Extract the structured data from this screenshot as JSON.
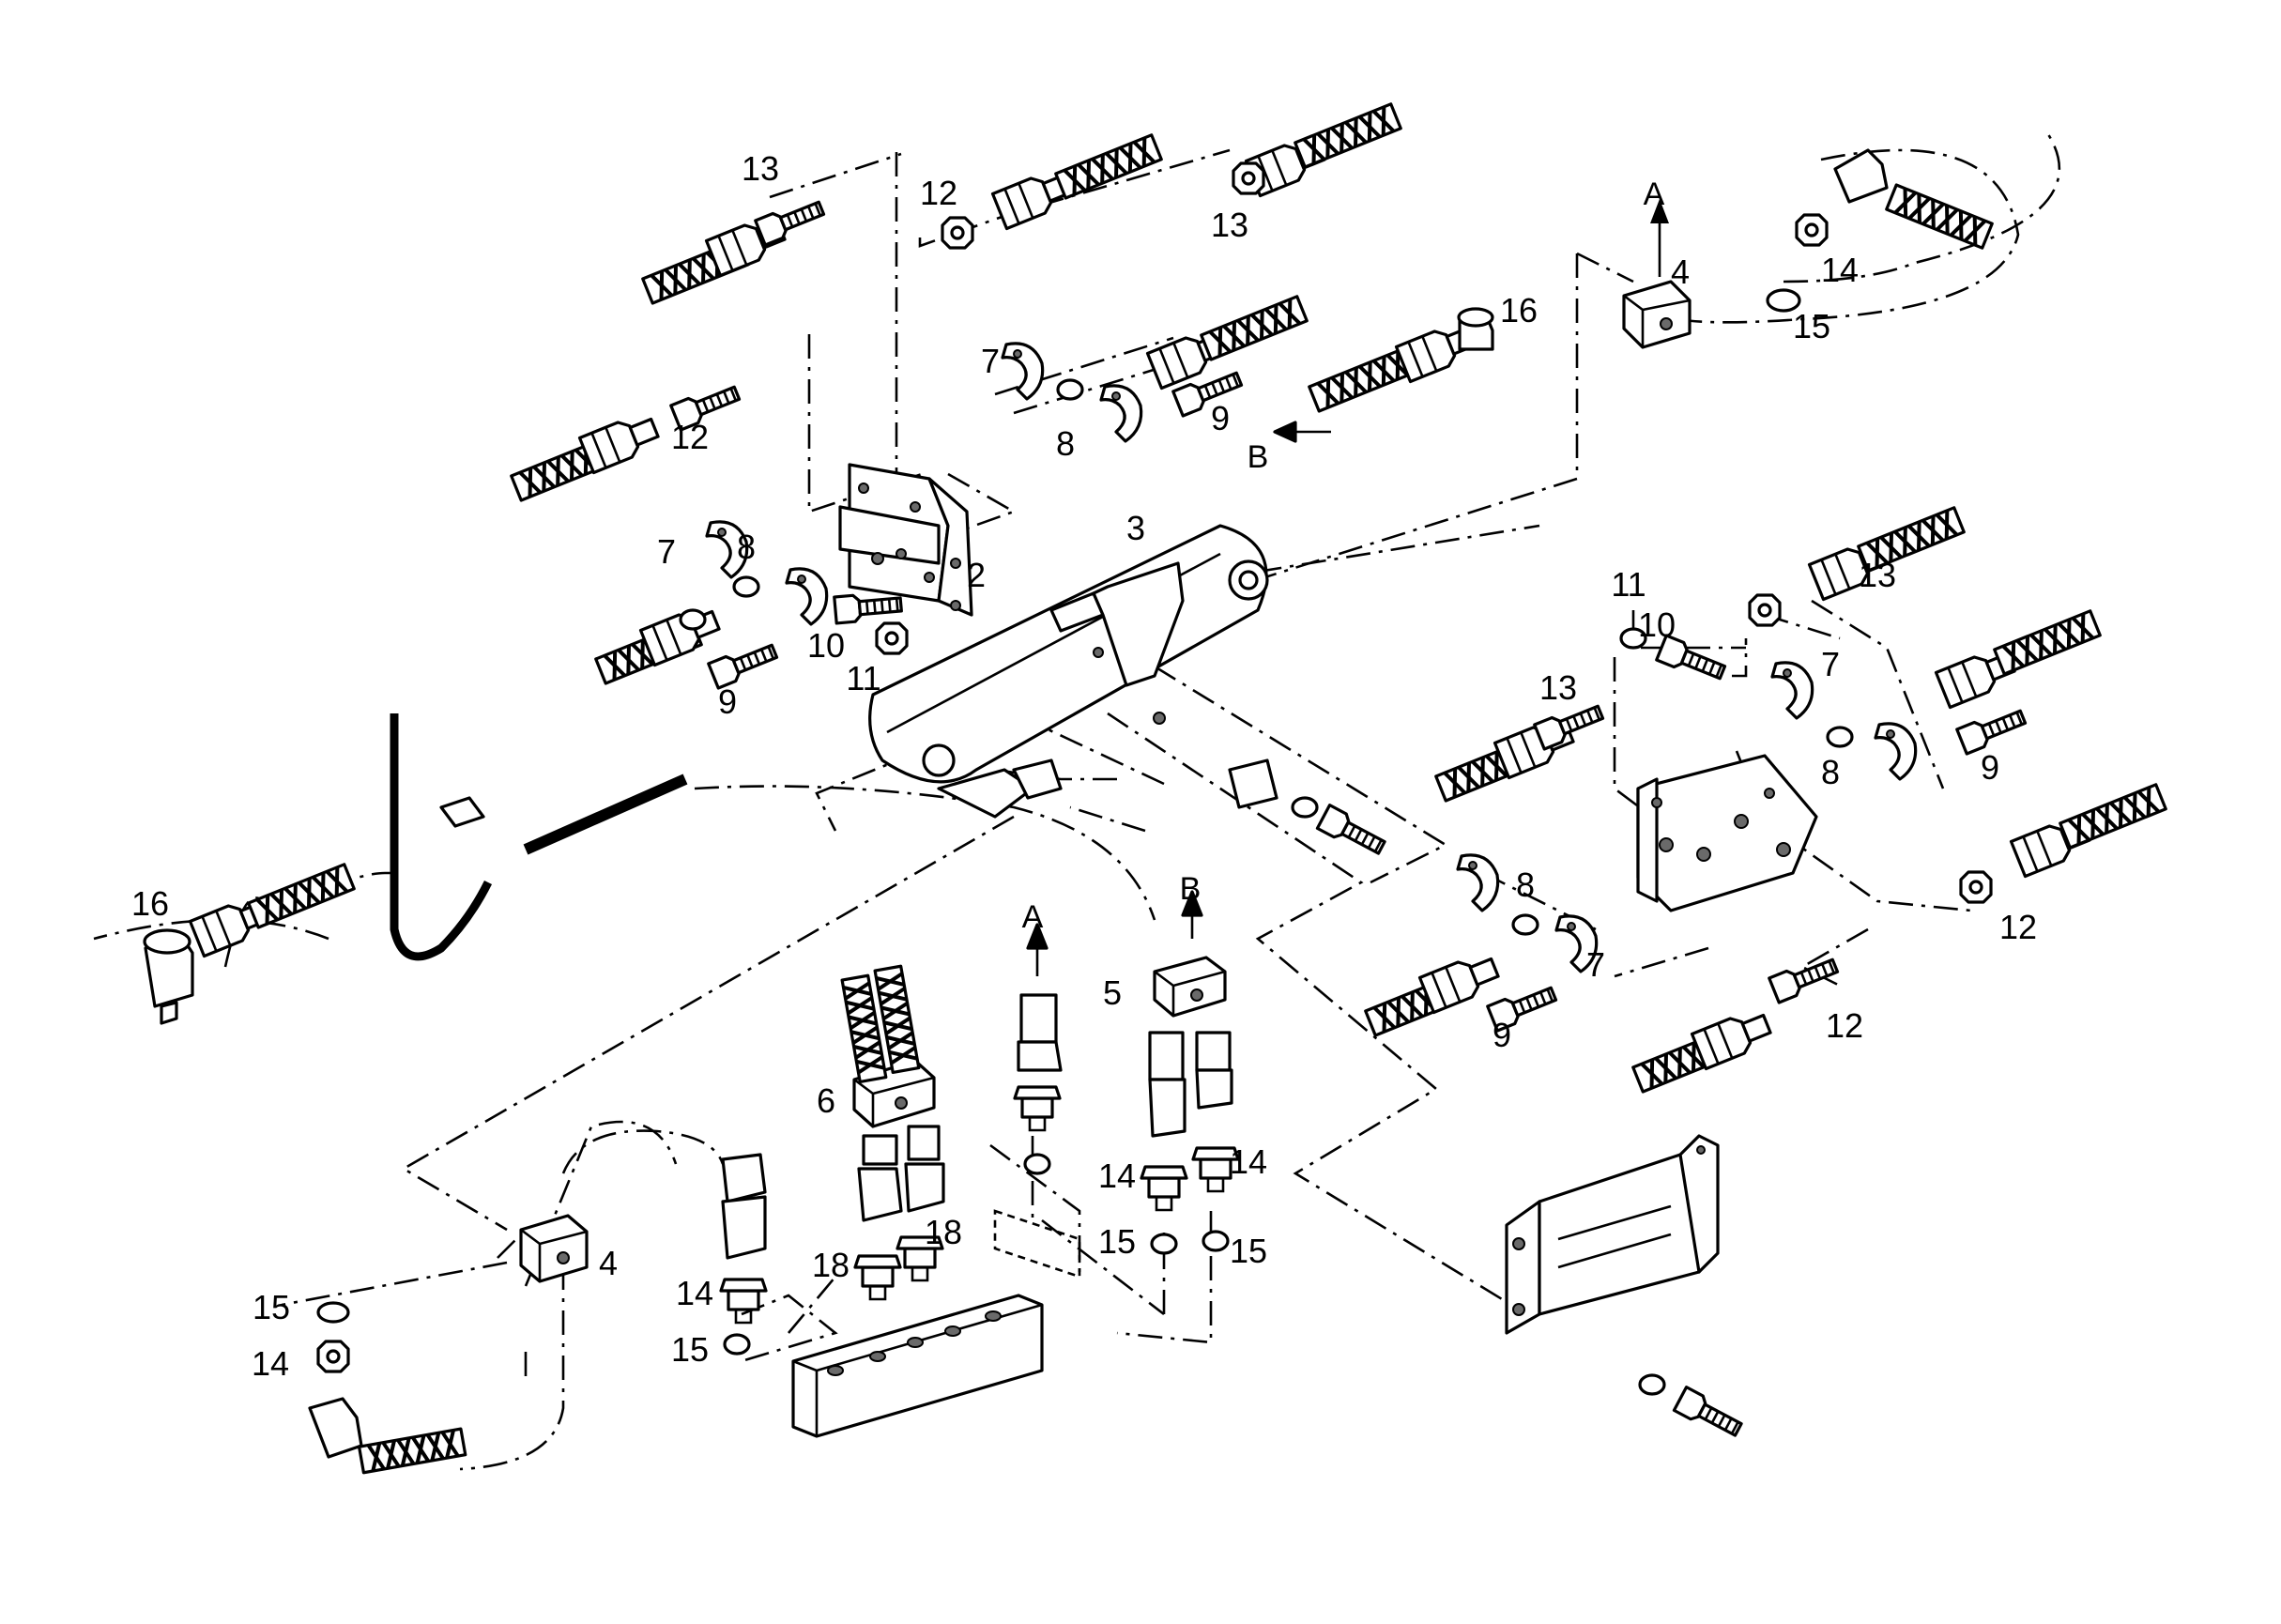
{
  "callouts": [
    "13",
    "12",
    "13",
    "12",
    "16",
    "7",
    "8",
    "9",
    "B",
    "A",
    "4",
    "14",
    "15",
    "3",
    "2",
    "7",
    "8",
    "10",
    "11",
    "9",
    "11",
    "10",
    "13",
    "13",
    "7",
    "8",
    "9",
    "16",
    "A",
    "B",
    "5",
    "6",
    "8",
    "7",
    "9",
    "12",
    "12",
    "14",
    "14",
    "15",
    "15",
    "18",
    "18",
    "4",
    "15",
    "14",
    "14",
    "15"
  ],
  "arrow_letters": [
    "A",
    "B"
  ]
}
